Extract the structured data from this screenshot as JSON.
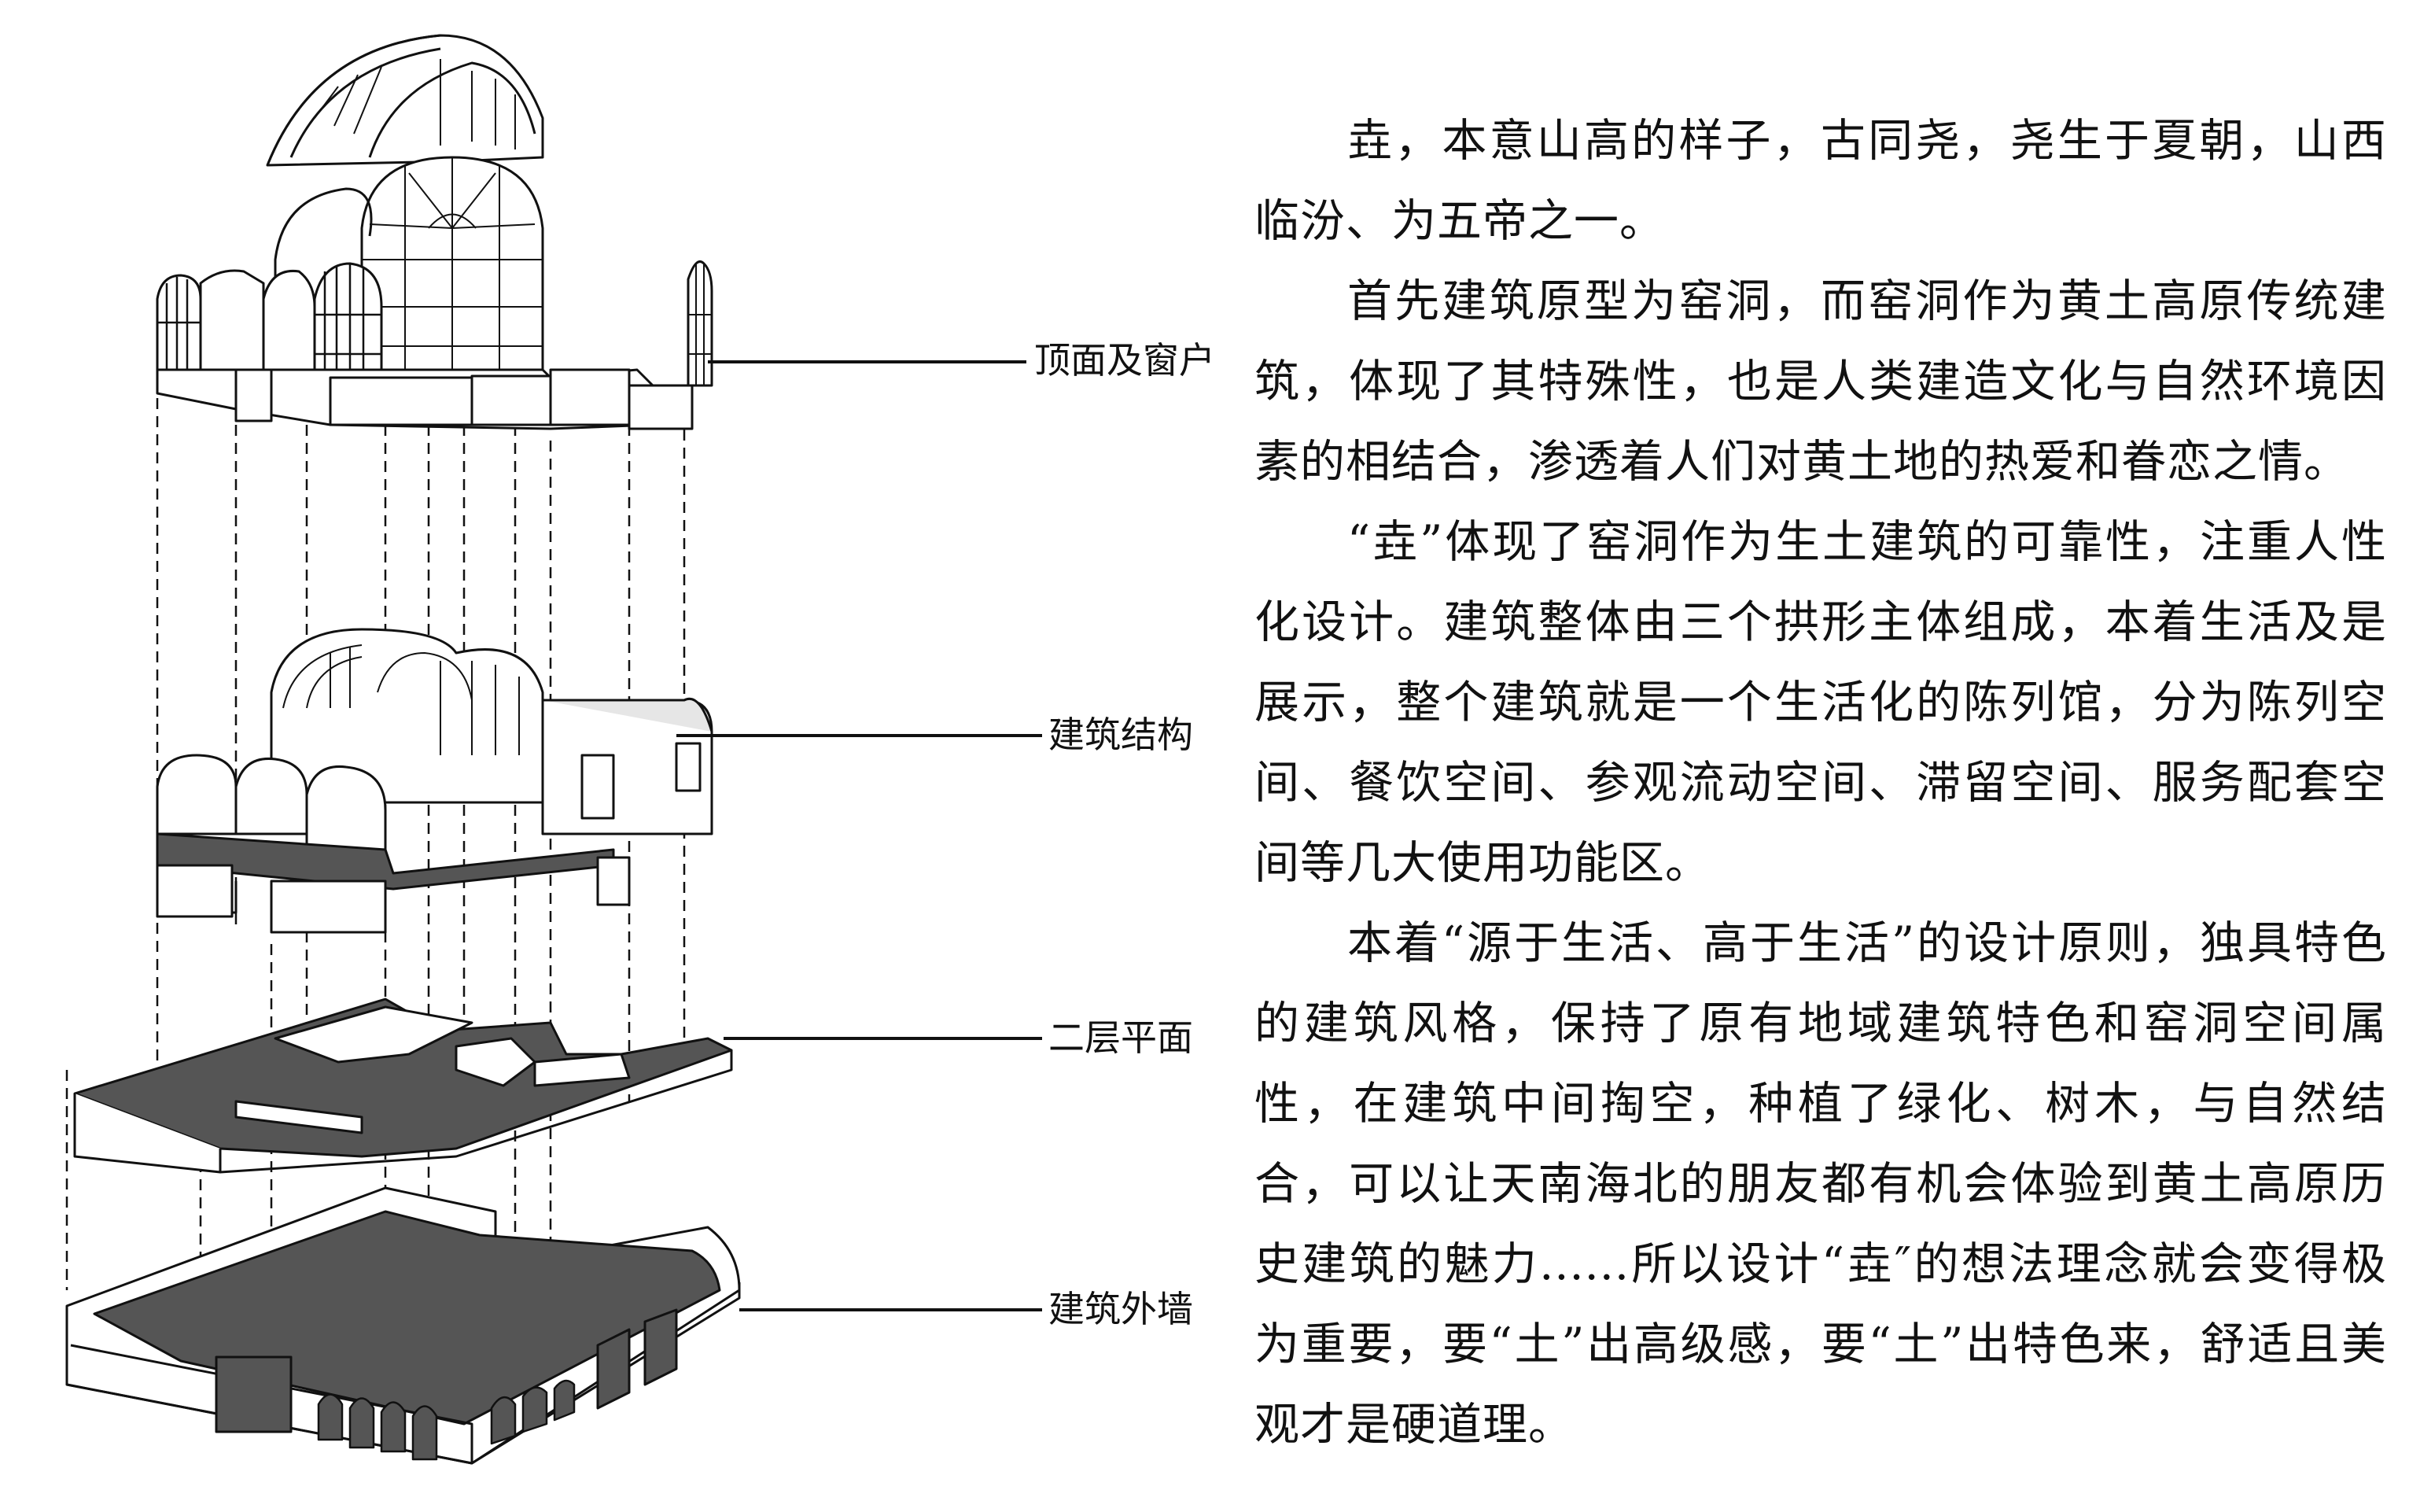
{
  "labels": {
    "roof_windows": "顶面及窗户",
    "structure": "建筑结构",
    "second_floor": "二层平面",
    "outer_wall": "建筑外墙"
  },
  "paragraphs": [
    "垚，本意山高的样子，古同尧，尧生于夏朝，山西临汾、为五帝之一。",
    "首先建筑原型为窑洞，而窑洞作为黄土高原传统建筑，体现了其特殊性，也是人类建造文化与自然环境因素的相结合，渗透着人们对黄土地的热爱和眷恋之情。",
    "“垚”体现了窑洞作为生土建筑的可靠性，注重人性化设计。建筑整体由三个拱形主体组成，本着生活及是展示，整个建筑就是一个生活化的陈列馆，分为陈列空间、餐饮空间、参观流动空间、滞留空间、服务配套空间等几大使用功能区。",
    "本着“源于生活、高于生活”的设计原则，独具特色的建筑风格，保持了原有地域建筑特色和窑洞空间属性，在建筑中间掏空，种植了绿化、树木，与自然结合，可以让天南海北的朋友都有机会体验到黄土高原历史建筑的魅力......所以设计“垚″的想法理念就会变得极为重要，要“土”出高级感，要“土”出特色来，舒适且美观才是硬道理。"
  ]
}
